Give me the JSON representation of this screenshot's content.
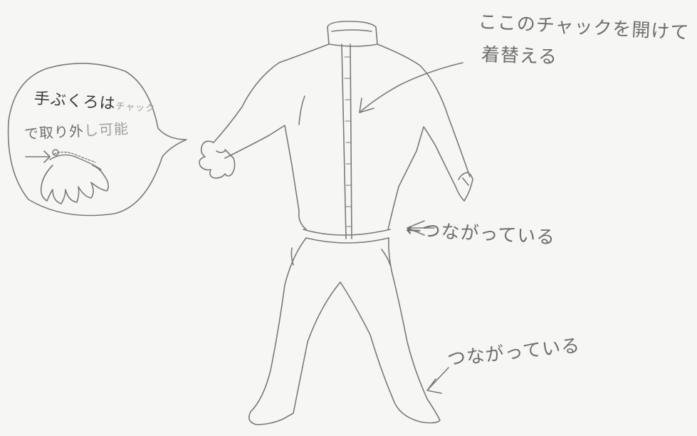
{
  "annotations": {
    "zipper_note_line1": "ここのチャックを開けて",
    "zipper_note_line2": "着替える",
    "waist_note": "←つながっている",
    "feet_note": "つながっている",
    "bubble_line1_dark": "手ぶくろは",
    "bubble_line1_faint": "チャック",
    "bubble_line2_dark": "で取り外",
    "bubble_line2_faint": "し可能"
  },
  "colors": {
    "paper": "#f6f6f4",
    "pencil": "#7a7a7a",
    "pencil_dark": "#3a3a3a",
    "pencil_faint": "#a8a8a8"
  }
}
